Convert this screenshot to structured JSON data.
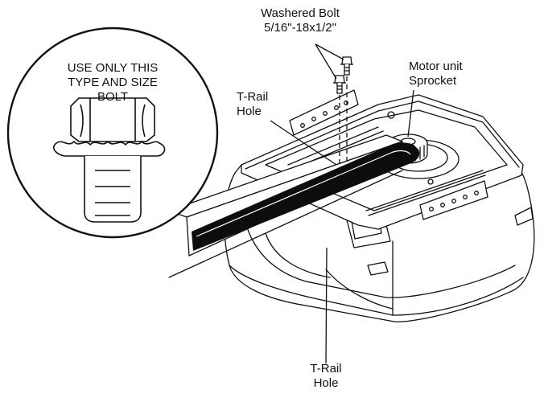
{
  "labels": {
    "washered_bolt_line1": "Washered Bolt",
    "washered_bolt_line2": "5/16\"-18x1/2\"",
    "motor_unit_line1": "Motor unit",
    "motor_unit_line2": "Sprocket",
    "trail_hole_top_line1": "T-Rail",
    "trail_hole_top_line2": "Hole",
    "trail_hole_bottom_line1": "T-Rail",
    "trail_hole_bottom_line2": "Hole"
  },
  "inset": {
    "line1": "USE ONLY THIS",
    "line2": "TYPE AND SIZE",
    "line3": "BOLT"
  },
  "colors": {
    "ink": "#111111",
    "paper": "#ffffff",
    "belt": "#0d0d0d"
  },
  "icons": {
    "bolt": "flange-bolt-icon"
  }
}
